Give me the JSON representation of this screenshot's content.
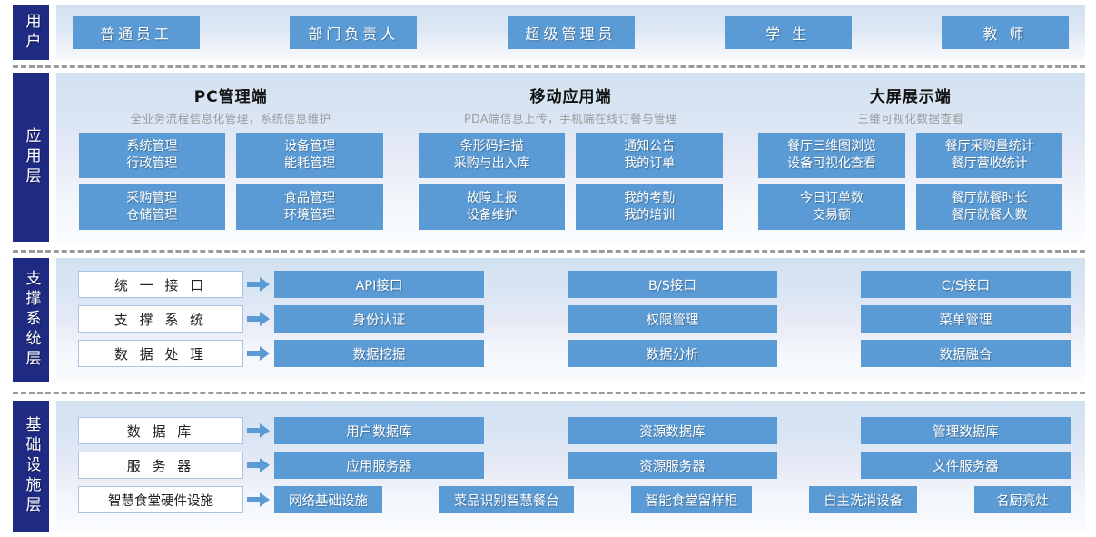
{
  "layers": [
    {
      "id": "user",
      "tab": "用户"
    },
    {
      "id": "app",
      "tab": "应用层"
    },
    {
      "id": "support",
      "tab": "支撑系统层"
    },
    {
      "id": "infra",
      "tab": "基础设施层"
    }
  ],
  "user_layer": {
    "tab": "用户",
    "roles": [
      "普通员工",
      "部门负责人",
      "超级管理员",
      "学 生",
      "教 师"
    ]
  },
  "app_layer": {
    "tab": "应用层",
    "cards": [
      {
        "title": "PC管理端",
        "subtitle": "全业务流程信息化管理，系统信息维护",
        "items": [
          {
            "line1": "系统管理",
            "line2": "行政管理"
          },
          {
            "line1": "设备管理",
            "line2": "能耗管理"
          },
          {
            "line1": "采购管理",
            "line2": "仓储管理"
          },
          {
            "line1": "食品管理",
            "line2": "环境管理"
          }
        ]
      },
      {
        "title": "移动应用端",
        "subtitle": "PDA端信息上传，手机端在线订餐与管理",
        "items": [
          {
            "line1": "条形码扫描",
            "line2": "采购与出入库"
          },
          {
            "line1": "通知公告",
            "line2": "我的订单"
          },
          {
            "line1": "故障上报",
            "line2": "设备维护"
          },
          {
            "line1": "我的考勤",
            "line2": "我的培训"
          }
        ]
      },
      {
        "title": "大屏展示端",
        "subtitle": "三维可视化数据查看",
        "items": [
          {
            "line1": "餐厅三维图浏览",
            "line2": "设备可视化查看"
          },
          {
            "line1": "餐厅采购量统计",
            "line2": "餐厅营收统计"
          },
          {
            "line1": "今日订单数",
            "line2": "交易额"
          },
          {
            "line1": "餐厅就餐时长",
            "line2": "餐厅就餐人数"
          }
        ]
      }
    ]
  },
  "support_layer": {
    "tab": "支撑系统层",
    "rows": [
      {
        "label": "统 一 接 口",
        "items": [
          "API接口",
          "B/S接口",
          "C/S接口"
        ]
      },
      {
        "label": "支 撑 系 统",
        "items": [
          "身份认证",
          "权限管理",
          "菜单管理"
        ]
      },
      {
        "label": "数 据 处 理",
        "items": [
          "数据挖掘",
          "数据分析",
          "数据融合"
        ]
      }
    ]
  },
  "infra_layer": {
    "tab": "基础设施层",
    "rows": [
      {
        "label": "数 据 库",
        "items": [
          "用户数据库",
          "资源数据库",
          "管理数据库"
        ]
      },
      {
        "label": "服 务 器",
        "items": [
          "应用服务器",
          "资源服务器",
          "文件服务器"
        ]
      },
      {
        "label": "智慧食堂硬件设施",
        "label_tight": true,
        "items": [
          "网络基础设施",
          "菜品识别智慧餐台",
          "智能食堂留样柜",
          "自主洗消设备",
          "名厨亮灶"
        ]
      }
    ]
  },
  "colors": {
    "tab_blue": "#1F2A83",
    "chip_blue": "#5B9BD5",
    "panel_top": "#D2E1F0",
    "panel_bottom": "#FAFCFE",
    "separator_gray": "#9A9A9A",
    "label_border": "#A9C5E3",
    "subtitle_gray": "#9C9C9C"
  },
  "icons": {
    "arrow": "arrow-right-icon"
  }
}
